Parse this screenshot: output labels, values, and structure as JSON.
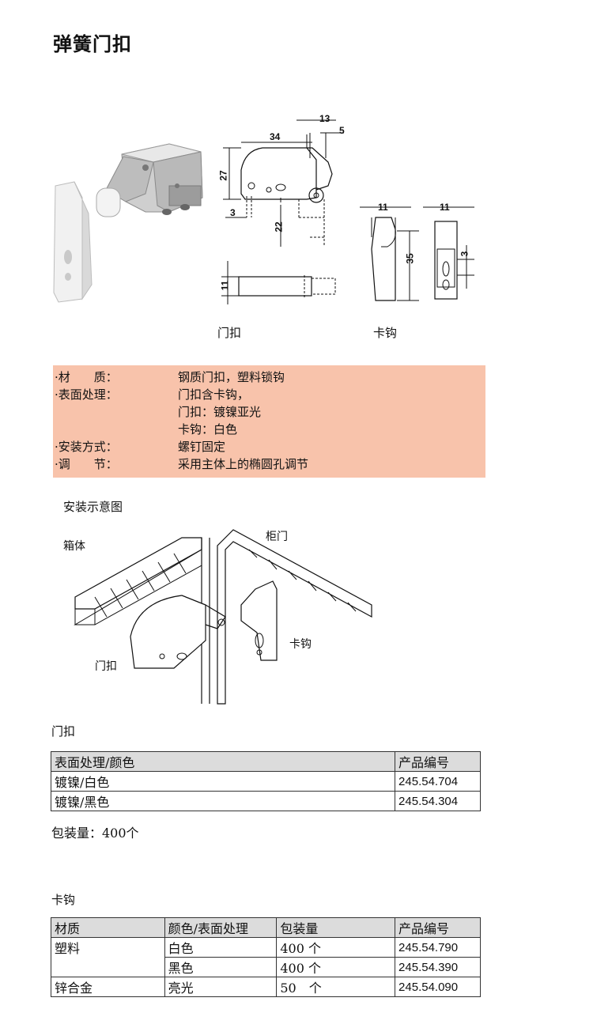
{
  "title": "弹簧门扣",
  "drawing": {
    "dims": {
      "d34": "34",
      "d13": "13",
      "d5": "5",
      "d27": "27",
      "d3a": "3",
      "d22": "22",
      "d11a": "11",
      "d11b": "11",
      "d11c": "11",
      "d35": "35",
      "d3b": "3"
    },
    "caption_left": "门扣",
    "caption_right": "卡钩"
  },
  "specs": [
    {
      "label": "·材　　质：",
      "value": "钢质门扣，塑料锁钩"
    },
    {
      "label": "·表面处理：",
      "value": "门扣含卡钩，"
    },
    {
      "label": "",
      "value": "门扣：镀镍亚光"
    },
    {
      "label": "",
      "value": "卡钩：白色"
    },
    {
      "label": "·安装方式：",
      "value": "螺钉固定"
    },
    {
      "label": "·调　　节：",
      "value": "采用主体上的椭圆孔调节"
    }
  ],
  "install": {
    "heading": "安装示意图",
    "label_cabinet": "箱体",
    "label_door": "柜门",
    "label_latch": "门扣",
    "label_catch": "卡钩"
  },
  "table1": {
    "heading": "门扣",
    "headers": [
      "表面处理/颜色",
      "产品编号"
    ],
    "rows": [
      [
        "镀镍/白色",
        "245.54.704"
      ],
      [
        "镀镍/黑色",
        "245.54.304"
      ]
    ],
    "pack": "包装量：400个"
  },
  "table2": {
    "heading": "卡钩",
    "headers": [
      "材质",
      "颜色/表面处理",
      "包装量",
      "产品编号"
    ],
    "rows": [
      [
        "塑料",
        "白色",
        "400 个",
        "245.54.790"
      ],
      [
        "",
        "黑色",
        "400 个",
        "245.54.390"
      ],
      [
        "锌合金",
        "亮光",
        "50　个",
        "245.54.090"
      ]
    ]
  }
}
